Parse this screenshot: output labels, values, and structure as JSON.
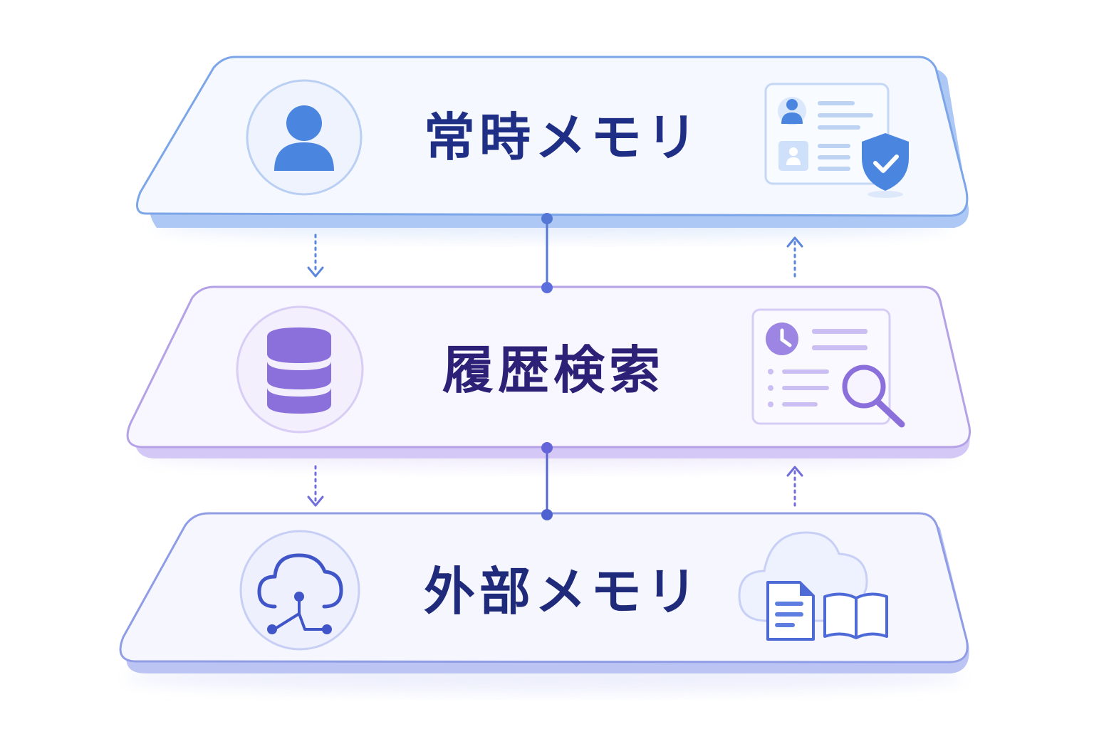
{
  "layers": [
    {
      "id": "always-memory",
      "title": "常時メモリ",
      "left_icon": "user-icon",
      "right_icon": "profile-card-shield-icon",
      "colors": {
        "title": "#1f2f86",
        "accent": "#4a86e0",
        "border": "#7da6e8",
        "shadow": "#aac7f4",
        "fill": "#f5f8fe"
      }
    },
    {
      "id": "history-search",
      "title": "履歴検索",
      "left_icon": "database-icon",
      "right_icon": "history-search-document-icon",
      "colors": {
        "title": "#2c2176",
        "accent": "#8b70dc",
        "border": "#b5a2e6",
        "shadow": "#d3c7f5",
        "fill": "#f8f6fe"
      }
    },
    {
      "id": "external-memory",
      "title": "外部メモリ",
      "left_icon": "cloud-network-icon",
      "right_icon": "cloud-documents-book-icon",
      "colors": {
        "title": "#1f2a7a",
        "accent": "#3f55c8",
        "border": "#8f9ce6",
        "shadow": "#bcc4f3",
        "fill": "#f6f7fe"
      }
    }
  ],
  "connectors": {
    "center_line": "connected-center-line",
    "down_arrows": "dotted-down-arrow",
    "up_arrows": "dotted-up-arrow",
    "colors": {
      "line": "#5577d6",
      "arrow_top": "#5b86de",
      "arrow_bottom": "#6f6edc"
    }
  }
}
